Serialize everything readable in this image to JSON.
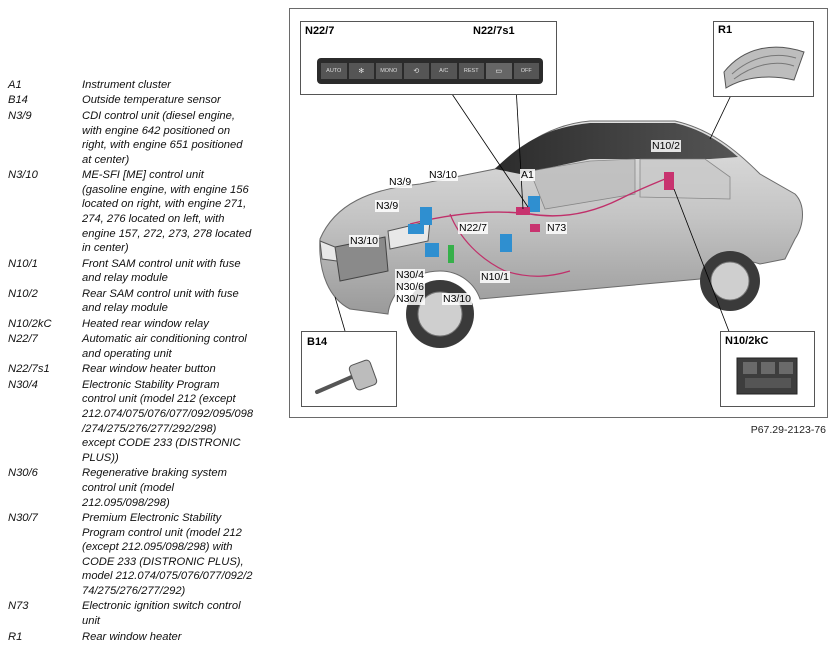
{
  "legend": [
    {
      "code": "A1",
      "desc": "Instrument cluster"
    },
    {
      "code": "B14",
      "desc": "Outside temperature sensor"
    },
    {
      "code": "N3/9",
      "desc": "CDI control unit (diesel engine,\nwith engine 642 positioned on\nright, with engine 651 positioned\nat center)"
    },
    {
      "code": "N3/10",
      "desc": "ME-SFI [ME] control unit\n(gasoline engine, with engine 156\nlocated on right, with engine 271,\n274, 276 located on left, with\nengine 157, 272, 273, 278 located\nin center)"
    },
    {
      "code": "N10/1",
      "desc": "Front SAM control unit with fuse\nand relay module"
    },
    {
      "code": "N10/2",
      "desc": "Rear SAM control unit with fuse\nand relay module"
    },
    {
      "code": "N10/2kC",
      "desc": "Heated rear window relay"
    },
    {
      "code": "N22/7",
      "desc": "Automatic air conditioning control\nand operating unit"
    },
    {
      "code": "N22/7s1",
      "desc": "Rear window heater button"
    },
    {
      "code": "N30/4",
      "desc": "Electronic Stability Program\ncontrol unit (model 212 (except\n212.074/075/076/077/092/095/098\n/274/275/276/277/292/298)\nexcept CODE 233 (DISTRONIC\nPLUS))"
    },
    {
      "code": "N30/6",
      "desc": "Regenerative braking system\ncontrol unit (model\n212.095/098/298)"
    },
    {
      "code": "N30/7",
      "desc": "Premium Electronic Stability\nProgram control unit (model 212\n(except 212.095/098/298) with\nCODE 233 (DISTRONIC PLUS),\nmodel 212.074/075/076/077/092/2\n74/275/276/277/292)"
    },
    {
      "code": "N73",
      "desc": "Electronic ignition switch control\nunit"
    },
    {
      "code": "R1",
      "desc": "Rear window heater"
    }
  ],
  "figure": {
    "reference": "P67.29-2123-76",
    "insets": {
      "n22_7": {
        "title_left": "N22/7",
        "title_right": "N22/7s1",
        "buttons": [
          "AUTO",
          "",
          "MONO",
          "",
          "A/C",
          "REST",
          "",
          "OFF"
        ]
      },
      "r1": {
        "title": "R1"
      },
      "b14": {
        "title": "B14"
      },
      "n10_2kc": {
        "title": "N10/2kC"
      }
    },
    "callouts": {
      "n3_9_top": "N3/9",
      "n3_10_top": "N3/10",
      "a1": "A1",
      "n10_2": "N10/2",
      "n3_9_mid": "N3/9",
      "n22_7": "N22/7",
      "n73": "N73",
      "n3_10_left": "N3/10",
      "n30_4": "N30/4",
      "n30_6": "N30/6",
      "n30_7": "N30/7",
      "n3_10_bottom": "N3/10",
      "n10_1": "N10/1"
    },
    "colors": {
      "wiring": "#c0306a",
      "highlight_blue": "#2f8fd0",
      "highlight_green": "#36b04a",
      "highlight_magenta": "#c8336f"
    }
  }
}
